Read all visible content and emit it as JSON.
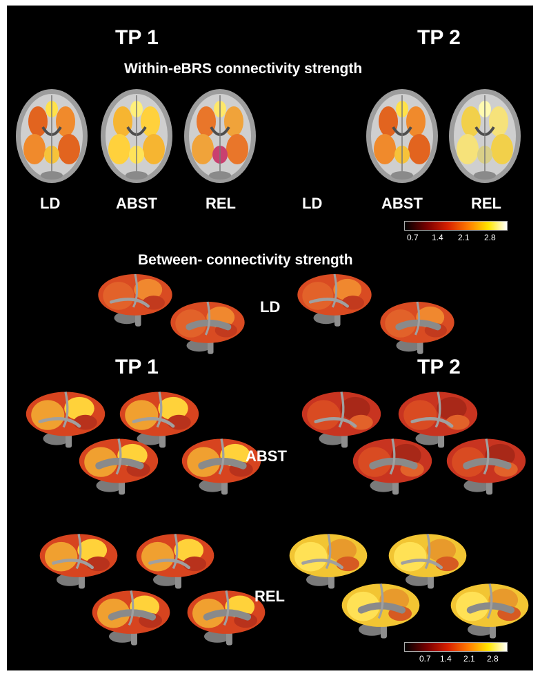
{
  "timepoint_labels": {
    "tp1_top": "TP 1",
    "tp2_top": "TP 2",
    "tp1_mid": "TP 1",
    "tp2_mid": "TP 2"
  },
  "section_titles": {
    "within": "Within-eBRS connectivity strength",
    "between": "Between- connectivity strength"
  },
  "axial_labels": {
    "tp1_ld": "LD",
    "tp1_abst": "ABST",
    "tp1_rel": "REL",
    "tp2_ld": "LD",
    "tp2_abst": "ABST",
    "tp2_rel": "REL"
  },
  "group_labels": {
    "ld": "LD",
    "abst": "ABST",
    "rel": "REL"
  },
  "colorbar": {
    "ticks": [
      "0.7",
      "1.4",
      "2.1",
      "2.8"
    ],
    "colors": [
      "#000000",
      "#7a0000",
      "#d62000",
      "#ff7a00",
      "#ffe600",
      "#ffffff"
    ]
  }
}
